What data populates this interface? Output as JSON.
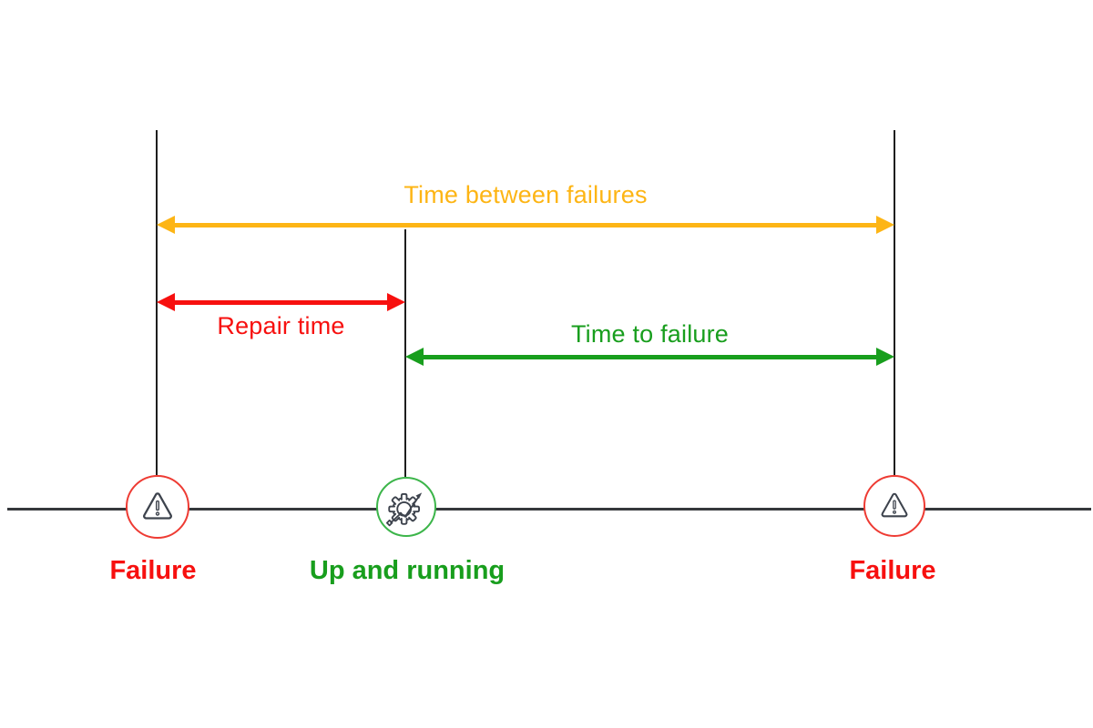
{
  "diagram_title": "Time between failures timeline",
  "colors": {
    "orange": "#fdb515",
    "red": "#f7100f",
    "green": "#189e1d",
    "circle_red": "#ee3b33",
    "circle_green": "#3cb54a",
    "timeline": "#35383c",
    "event_line": "#1e1e1e",
    "icon": "#3d434d"
  },
  "intervals": [
    {
      "id": "time-between-failures",
      "label": "Time between failures",
      "color": "#fdb515",
      "from_event": "failure-1",
      "to_event": "failure-2"
    },
    {
      "id": "repair-time",
      "label": "Repair time",
      "color": "#f7100f",
      "from_event": "failure-1",
      "to_event": "up-and-running"
    },
    {
      "id": "time-to-failure",
      "label": "Time to failure",
      "color": "#189e1d",
      "from_event": "up-and-running",
      "to_event": "failure-2"
    }
  ],
  "events": [
    {
      "id": "failure-1",
      "label": "Failure",
      "icon": "warning-triangle-icon",
      "circle_color": "#ee3b33"
    },
    {
      "id": "up-and-running",
      "label": "Up and running",
      "icon": "gear-growth-icon",
      "circle_color": "#3cb54a"
    },
    {
      "id": "failure-2",
      "label": "Failure",
      "icon": "warning-triangle-icon",
      "circle_color": "#ee3b33"
    }
  ]
}
